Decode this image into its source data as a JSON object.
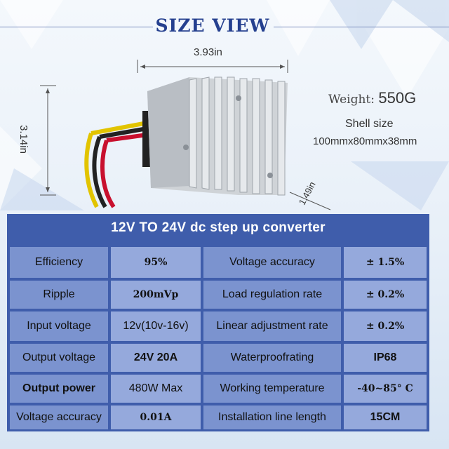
{
  "header": {
    "title": "SIZE VIEW"
  },
  "dimensions": {
    "width": "3.93in",
    "height": "3.14in",
    "depth": "1.49in"
  },
  "specs_side": {
    "weight_label": "Weight:",
    "weight_value": "550G",
    "shell_label": "Shell size",
    "shell_value": "100mmx80mmx38mm"
  },
  "table": {
    "title": "12V TO 24V dc step up converter",
    "rows": [
      {
        "label1": "Efficiency",
        "value1": "95%",
        "label2": "Voltage accuracy",
        "value2": "± 1.5%"
      },
      {
        "label1": "Ripple",
        "value1": "200mVp",
        "label2": "Load regulation rate",
        "value2": "± 0.2%"
      },
      {
        "label1": "Input voltage",
        "value1": "12v(10v-16v)",
        "label2": "Linear adjustment rate",
        "value2": "± 0.2%"
      },
      {
        "label1": "Output voltage",
        "value1": "24V 20A",
        "label2": "Waterproofrating",
        "value2": "IP68"
      },
      {
        "label1": "Output power",
        "value1": "480W Max",
        "label2": "Working temperature",
        "value2": "-40~85° C"
      },
      {
        "label1": "Voltage accuracy",
        "value1": "0.01A",
        "label2": "Installation line length",
        "value2": "15CM"
      }
    ]
  },
  "colors": {
    "title": "#25408f",
    "table_bg": "#3f5dab",
    "cell": "#7b93cf",
    "cell_alt": "#95a9dc"
  }
}
